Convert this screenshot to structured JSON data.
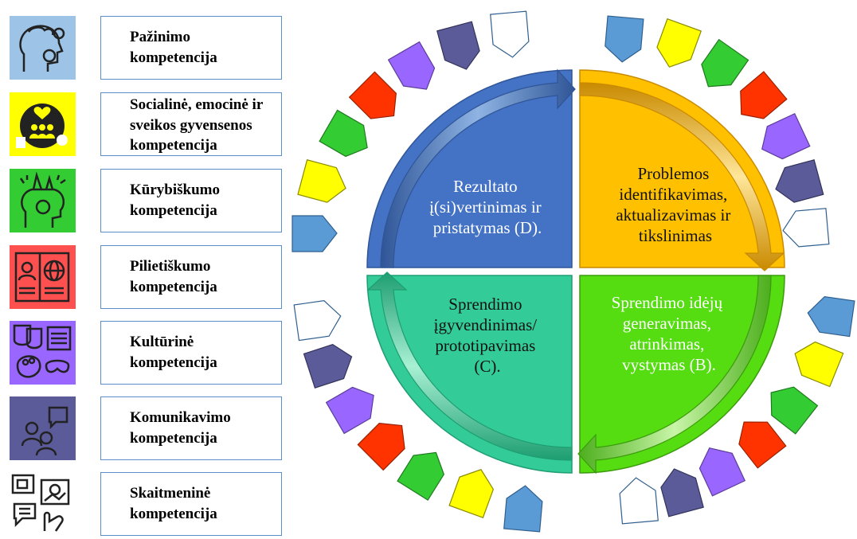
{
  "competencies": [
    {
      "label": "Pažinimo kompetencija",
      "icon": "brain-gears-icon",
      "color": "#9dc3e6"
    },
    {
      "label": "Socialinė, emocinė ir sveikos gyvensenos kompetencija",
      "icon": "community-heart-icon",
      "color": "#ffff00"
    },
    {
      "label": "Kūrybiškumo kompetencija",
      "icon": "creative-head-icon",
      "color": "#33cc33"
    },
    {
      "label": "Pilietiškumo kompetencija",
      "icon": "passport-globe-icon",
      "color": "#ff5050"
    },
    {
      "label": "Kultūrinė kompetencija",
      "icon": "culture-masks-icon",
      "color": "#9966ff"
    },
    {
      "label": "Komunikavimo kompetencija",
      "icon": "communication-people-icon",
      "color": "#5b5b9a"
    },
    {
      "label": "Skaitmeninė kompetencija",
      "icon": "digital-devices-icon",
      "color": "#ffffff"
    }
  ],
  "cycle": {
    "top_left": {
      "lines": [
        "Rezultato",
        "į(si)vertinimas ir",
        "pristatymas (D)."
      ],
      "color": "#4472c4"
    },
    "top_right": {
      "lines": [
        "Problemos",
        "identifikavimas,",
        "aktualizavimas ir",
        "tikslinimas"
      ],
      "color": "#ffc000"
    },
    "bottom_right": {
      "lines": [
        "Sprendimo idėjų",
        "generavimas,",
        "atrinkimas,",
        "vystymas (B)."
      ],
      "color": "#66dd22"
    },
    "bottom_left": {
      "lines": [
        "Sprendimo",
        "įgyvendinimas/",
        "prototipavimas",
        "(C)."
      ],
      "color": "#33cc99"
    }
  },
  "ring_colors": {
    "blue": "#5b9bd5",
    "yellow": "#ffff00",
    "green": "#33cc33",
    "red": "#ff3300",
    "purple": "#9966ff",
    "navy": "#5b5b9a",
    "white": "#ffffff"
  }
}
